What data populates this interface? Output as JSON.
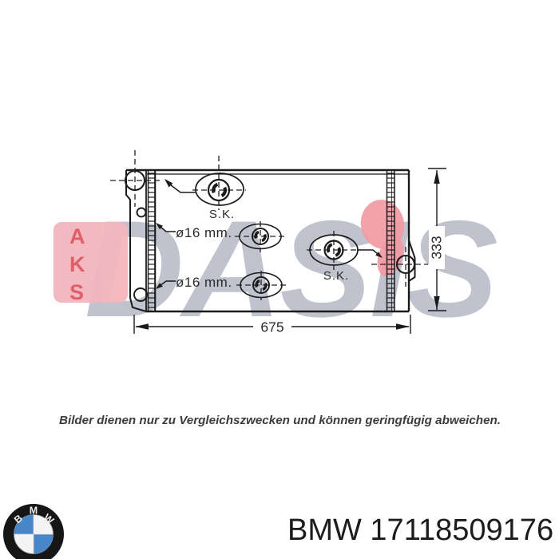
{
  "watermark": {
    "side_letters": [
      "A",
      "K",
      "S"
    ],
    "brand": "DASIS",
    "box_color": "#f3b6bd",
    "side_letter_color": "#d84850",
    "brand_color": "#5a627d",
    "blob_color": "#f29aa3"
  },
  "drawing": {
    "fastener_label_top": "S.K.",
    "fastener_label_right": "S.K.",
    "diameter_note_1": "ø16 mm.",
    "diameter_note_2": "ø16 mm.",
    "width_mm": "675",
    "height_mm": "333"
  },
  "disclaimer_text": "Bilder dienen nur zu Vergleichszwecken und können geringfügig abweichen.",
  "footer": {
    "logo_letters": [
      "B",
      "M",
      "W"
    ],
    "part_text": "BMW 17118509176",
    "logo_blue": "#4886c8"
  }
}
